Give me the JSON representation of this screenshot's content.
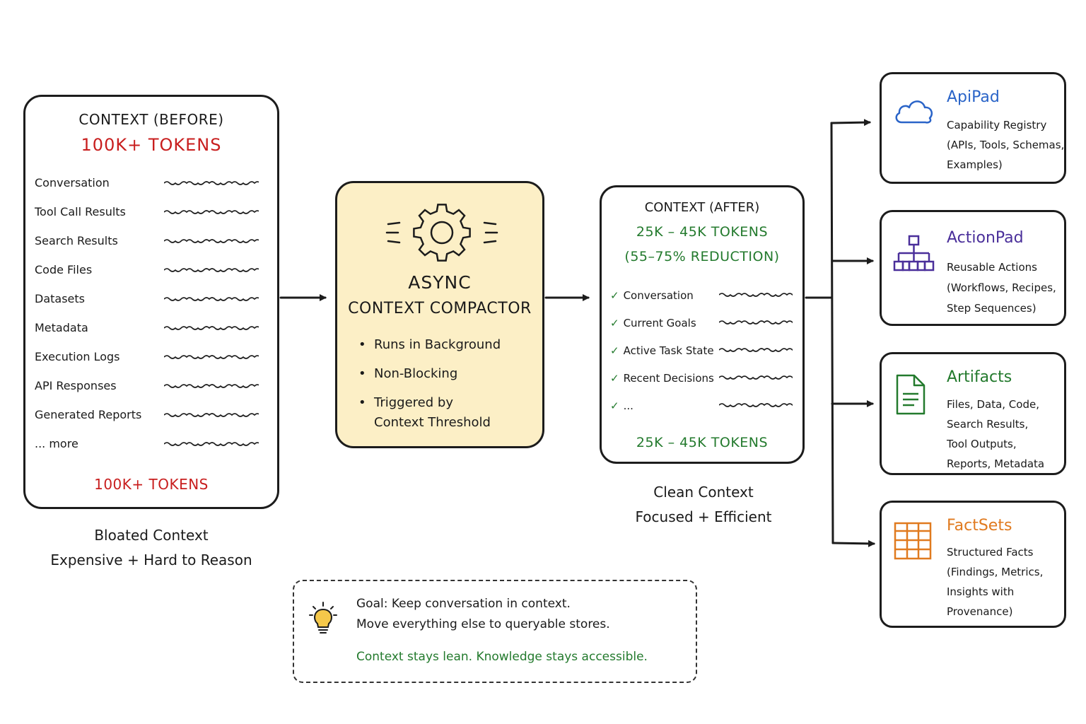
{
  "before": {
    "header": "CONTEXT (BEFORE)",
    "tokens_top": "100K+ TOKENS",
    "items": [
      "Conversation",
      "Tool Call Results",
      "Search Results",
      "Code Files",
      "Datasets",
      "Metadata",
      "Execution Logs",
      "API Responses",
      "Generated Reports",
      "... more"
    ],
    "tokens_bottom": "100K+ TOKENS",
    "caption_line1": "Bloated Context",
    "caption_line2": "Expensive + Hard to Reason"
  },
  "compactor": {
    "title_line1": "ASYNC",
    "title_line2": "CONTEXT COMPACTOR",
    "bullets": [
      "Runs in Background",
      "Non-Blocking",
      "Triggered by"
    ],
    "bullet3_cont": "Context Threshold",
    "icon": "gear-icon"
  },
  "after": {
    "header": "CONTEXT (AFTER)",
    "tokens_range": "25K – 45K TOKENS",
    "reduction": "(55–75% REDUCTION)",
    "items": [
      "Conversation",
      "Current Goals",
      "Active Task State",
      "Recent Decisions",
      "..."
    ],
    "tokens_bottom": "25K – 45K TOKENS",
    "caption_line1": "Clean Context",
    "caption_line2": "Focused + Efficient"
  },
  "goal": {
    "line1": "Goal: Keep conversation in context.",
    "line2": "Move everything else to queryable stores.",
    "line3": "Context stays lean. Knowledge stays accessible.",
    "icon": "lightbulb-icon"
  },
  "stores": [
    {
      "name": "ApiPad",
      "color": "#2a64c8",
      "icon": "cloud-icon",
      "desc": [
        "Capability Registry",
        "(APIs, Tools, Schemas,",
        "Examples)"
      ]
    },
    {
      "name": "ActionPad",
      "color": "#4a2f9a",
      "icon": "hierarchy-icon",
      "desc": [
        "Reusable Actions",
        "(Workflows, Recipes,",
        "Step Sequences)"
      ]
    },
    {
      "name": "Artifacts",
      "color": "#237a2d",
      "icon": "document-icon",
      "desc": [
        "Files, Data, Code,",
        "Search Results,",
        "Tool Outputs,",
        "Reports, Metadata"
      ]
    },
    {
      "name": "FactSets",
      "color": "#e07a1f",
      "icon": "table-icon",
      "desc": [
        "Structured Facts",
        "(Findings, Metrics,",
        "Insights with",
        "Provenance)"
      ]
    }
  ],
  "colors": {
    "red": "#c81e1e",
    "green": "#237a2d",
    "compactor_fill": "#fcefc6"
  }
}
